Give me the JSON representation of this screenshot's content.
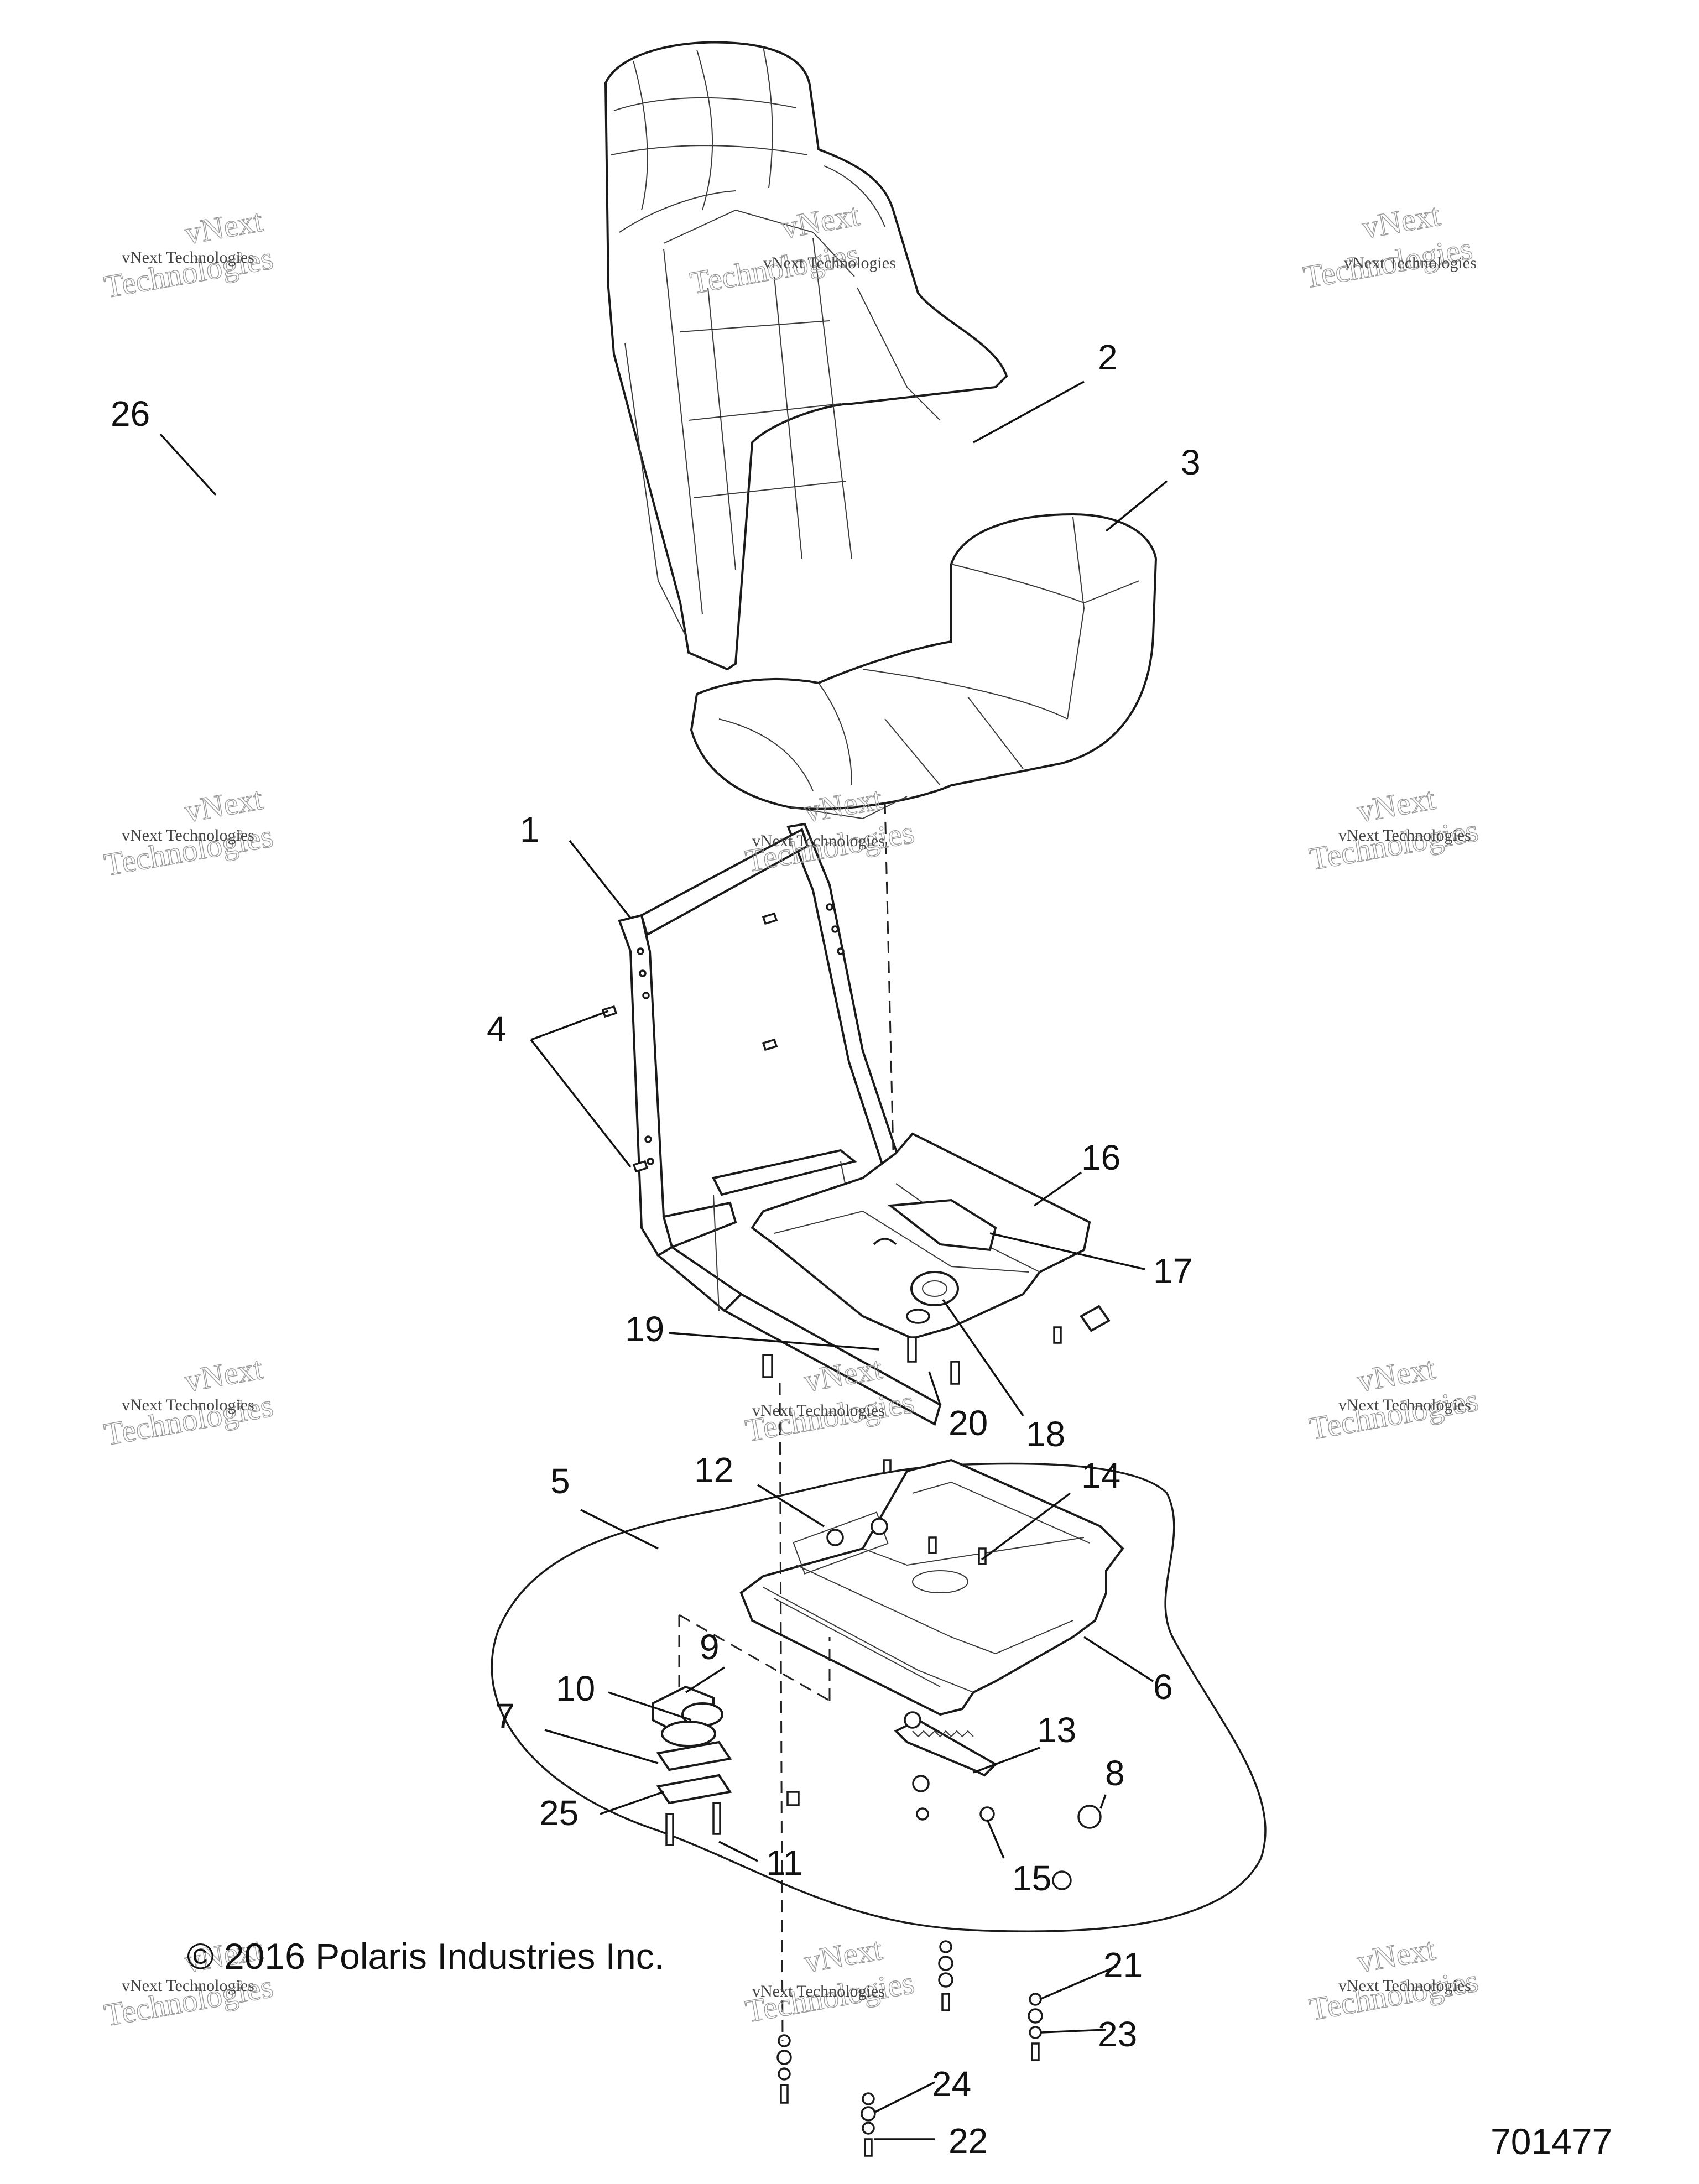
{
  "callouts": [
    {
      "id": "26",
      "label": "26"
    },
    {
      "id": "2",
      "label": "2"
    },
    {
      "id": "3",
      "label": "3"
    },
    {
      "id": "1",
      "label": "1"
    },
    {
      "id": "4",
      "label": "4"
    },
    {
      "id": "16",
      "label": "16"
    },
    {
      "id": "17",
      "label": "17"
    },
    {
      "id": "19",
      "label": "19"
    },
    {
      "id": "20",
      "label": "20"
    },
    {
      "id": "18",
      "label": "18"
    },
    {
      "id": "5",
      "label": "5"
    },
    {
      "id": "12",
      "label": "12"
    },
    {
      "id": "14",
      "label": "14"
    },
    {
      "id": "9",
      "label": "9"
    },
    {
      "id": "10",
      "label": "10"
    },
    {
      "id": "7",
      "label": "7"
    },
    {
      "id": "6",
      "label": "6"
    },
    {
      "id": "13",
      "label": "13"
    },
    {
      "id": "8",
      "label": "8"
    },
    {
      "id": "25",
      "label": "25"
    },
    {
      "id": "11",
      "label": "11"
    },
    {
      "id": "15",
      "label": "15"
    },
    {
      "id": "21",
      "label": "21"
    },
    {
      "id": "23",
      "label": "23"
    },
    {
      "id": "24",
      "label": "24"
    },
    {
      "id": "22",
      "label": "22"
    }
  ],
  "watermark": {
    "line1": "vNext Technologies",
    "big_line1": "vNext",
    "big_line2": "Technologies"
  },
  "copyright": "© 2016 Polaris Industries Inc.",
  "drawing_number": "701477"
}
